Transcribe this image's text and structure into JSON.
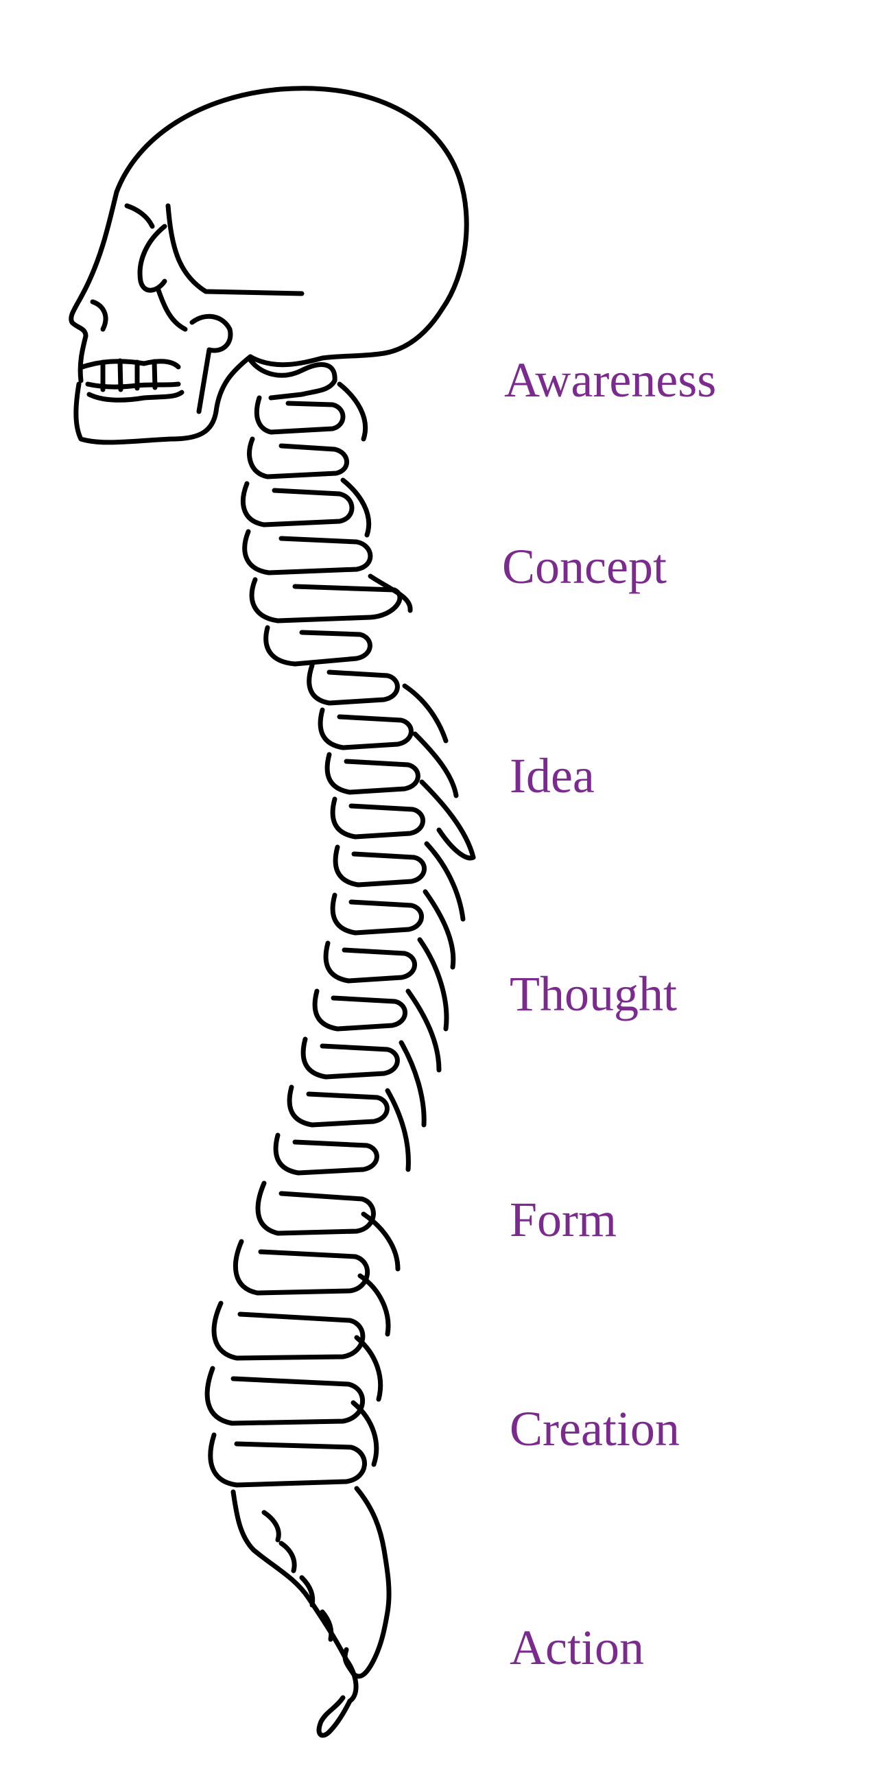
{
  "colors": {
    "label": "#7B2A8E",
    "line_art": "#000000",
    "background": "#FFFFFF"
  },
  "labels": [
    "Awareness",
    "Concept",
    "Idea",
    "Thought",
    "Form",
    "Creation",
    "Action"
  ]
}
